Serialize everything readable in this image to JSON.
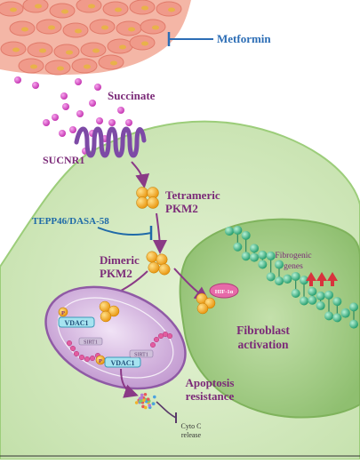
{
  "labels": {
    "metformin": "Metformin",
    "succinate": "Succinate",
    "sucnr1": "SUCNR1",
    "tetrameric_line1": "Tetrameric",
    "tetrameric_line2": "PKM2",
    "inhibitor": "TEPP46/DASA-58",
    "dimeric_line1": "Dimeric",
    "dimeric_line2": "PKM2",
    "hif": "HIF-1α",
    "fibrogenic_line1": "Fibrogenic",
    "fibrogenic_line2": "genes",
    "fibroblast_line1": "Fibroblast",
    "fibroblast_line2": "activation",
    "vdac1_top": "VDAC1",
    "vdac1_bottom": "VDAC1",
    "sirt_top": "SIRT1",
    "sirt_bottom": "SIRT1",
    "p_top": "P",
    "p_bottom": "P",
    "apoptosis_line1": "Apoptosis",
    "apoptosis_line2": "resistance",
    "cytoc_line1": "Cyto C",
    "cytoc_line2": "release"
  },
  "colors": {
    "label_purple": "#7b2a78",
    "metformin_blue": "#2c6db5",
    "inhibitor_blue": "#1f6aa8",
    "arrow_purple": "#8a3a86",
    "cell_green": "#d5ebc0",
    "nucleus_green": "#a9cf8c",
    "mito_purple": "#c9a6d8",
    "pkm2_orange": "#f5a623",
    "succinate_pink": "#d646c2",
    "tissue_pink": "#f2a999",
    "vdac_blue": "#6fc6dc",
    "receptor_purple": "#7d4aa6",
    "dna_green": "#3dba8c",
    "gene_red": "#d8333d"
  },
  "icons": [
    "tissue-cells",
    "succinate-dots",
    "receptor-coil",
    "pkm2-cluster",
    "mitochondrion",
    "dna-helix",
    "up-arrows",
    "cytochrome-dots",
    "inhibition-bar"
  ]
}
